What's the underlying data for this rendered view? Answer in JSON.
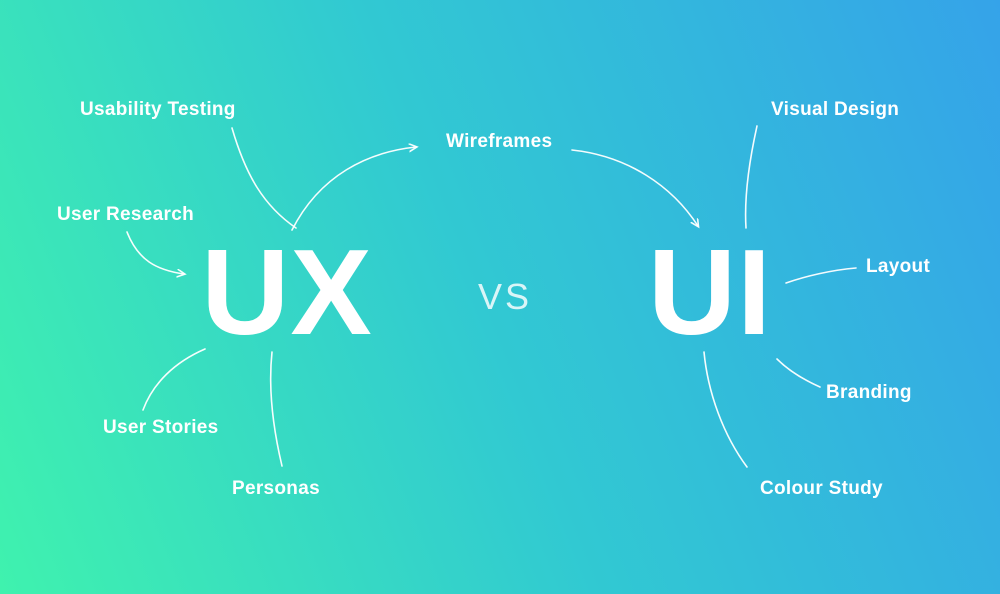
{
  "headings": {
    "ux": "UX",
    "vs": "VS",
    "ui": "UI"
  },
  "labels": {
    "usability_testing": "Usability Testing",
    "user_research": "User Research",
    "user_stories": "User Stories",
    "personas": "Personas",
    "wireframes": "Wireframes",
    "visual_design": "Visual Design",
    "layout": "Layout",
    "branding": "Branding",
    "colour_study": "Colour Study"
  },
  "colors": {
    "gradient_green": "#3ff2ae",
    "gradient_cyan": "#31c9d2",
    "gradient_blue": "#35a3e9",
    "text": "#ffffff"
  }
}
